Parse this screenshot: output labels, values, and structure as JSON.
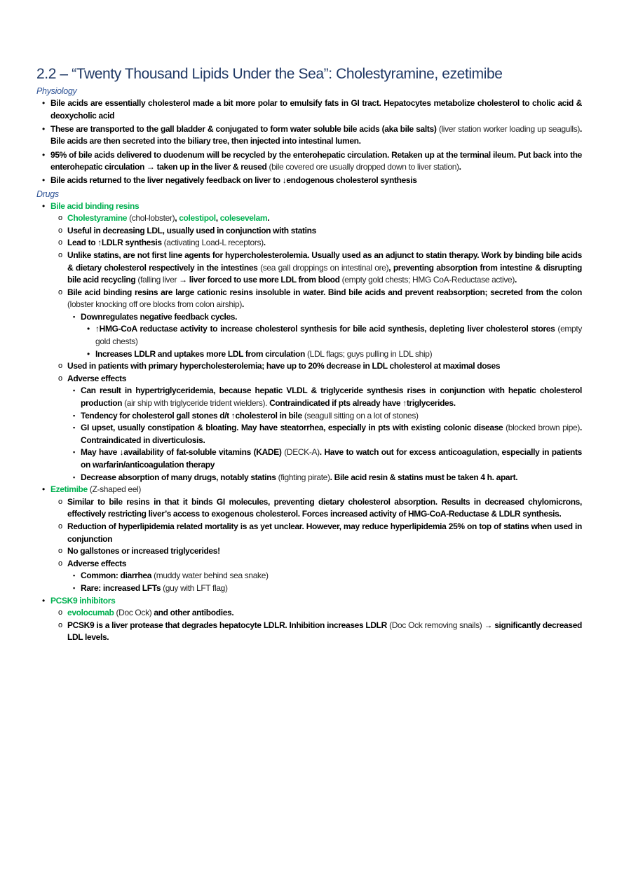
{
  "title": "2.2 – “Twenty Thousand Lipids Under the Sea”: Cholestyramine, ezetimibe",
  "colors": {
    "title": "#1f3864",
    "heading": "#2f5496",
    "drug_name": "#00b050"
  },
  "sections": [
    {
      "heading": "Physiology",
      "items": [
        {
          "level": 1,
          "segs": [
            {
              "s": "b",
              "t": "Bile acids are essentially cholesterol made a bit more polar to emulsify fats in GI tract. Hepatocytes metabolize cholesterol to cholic acid & deoxycholic acid"
            }
          ]
        },
        {
          "level": 1,
          "segs": [
            {
              "s": "b",
              "t": "These are transported to the gall bladder & conjugated to form water soluble bile acids (aka bile salts) "
            },
            {
              "s": "n",
              "t": "(liver station worker loading up seagulls)"
            },
            {
              "s": "b",
              "t": ". Bile acids are then secreted into the biliary tree, then injected into intestinal lumen."
            }
          ]
        },
        {
          "level": 1,
          "segs": [
            {
              "s": "b",
              "t": "95% of bile acids delivered to duodenum will be recycled by the enterohepatic circulation. Retaken up at the terminal ileum. Put back into the enterohepatic circulation → taken up in the liver & reused "
            },
            {
              "s": "n",
              "t": "(bile covered ore usually dropped down to liver station)"
            },
            {
              "s": "b",
              "t": "."
            }
          ]
        },
        {
          "level": 1,
          "segs": [
            {
              "s": "b",
              "t": "Bile acids returned to the liver negatively feedback on liver to ↓endogenous cholesterol synthesis"
            }
          ]
        }
      ]
    },
    {
      "heading": "Drugs",
      "items": [
        {
          "level": 1,
          "segs": [
            {
              "s": "g",
              "t": "Bile acid binding resins"
            }
          ]
        },
        {
          "level": 2,
          "segs": [
            {
              "s": "g",
              "t": "Cholestyramine"
            },
            {
              "s": "n",
              "t": " (chol-lobster)"
            },
            {
              "s": "b",
              "t": ", "
            },
            {
              "s": "g",
              "t": "colestipol"
            },
            {
              "s": "b",
              "t": ", "
            },
            {
              "s": "g",
              "t": "colesevelam"
            },
            {
              "s": "b",
              "t": "."
            }
          ]
        },
        {
          "level": 2,
          "segs": [
            {
              "s": "b",
              "t": "Useful in decreasing LDL, usually used in conjunction with statins"
            }
          ]
        },
        {
          "level": 2,
          "segs": [
            {
              "s": "b",
              "t": "Lead to ↑LDLR synthesis "
            },
            {
              "s": "n",
              "t": "(activating Load-L receptors)"
            },
            {
              "s": "b",
              "t": "."
            }
          ]
        },
        {
          "level": 2,
          "segs": [
            {
              "s": "b",
              "t": "Unlike statins, are not first line agents for hypercholesterolemia. Usually used as an adjunct to statin therapy. Work by binding bile acids & dietary cholesterol respectively in the intestines "
            },
            {
              "s": "n",
              "t": "(sea gall droppings on intestinal ore)"
            },
            {
              "s": "b",
              "t": ", preventing absorption from intestine & disrupting bile acid recycling "
            },
            {
              "s": "n",
              "t": "(falling liver "
            },
            {
              "s": "b",
              "t": "→ liver forced to use more LDL from blood "
            },
            {
              "s": "n",
              "t": "(empty gold chests; HMG CoA-Reductase active)"
            },
            {
              "s": "b",
              "t": "."
            }
          ]
        },
        {
          "level": 2,
          "segs": [
            {
              "s": "b",
              "t": "Bile acid binding resins are large cationic resins insoluble in water. Bind bile acids and prevent reabsorption; secreted from the colon "
            },
            {
              "s": "n",
              "t": "(lobster knocking off ore blocks from colon airship)"
            },
            {
              "s": "b",
              "t": "."
            }
          ]
        },
        {
          "level": 3,
          "segs": [
            {
              "s": "b",
              "t": "Downregulates negative feedback cycles."
            }
          ]
        },
        {
          "level": 4,
          "segs": [
            {
              "s": "b",
              "t": "↑HMG-CoA reductase activity to increase cholesterol synthesis for bile acid synthesis, depleting liver cholesterol stores "
            },
            {
              "s": "n",
              "t": "(empty gold chests)"
            }
          ]
        },
        {
          "level": 4,
          "segs": [
            {
              "s": "b",
              "t": "Increases LDLR and uptakes more LDL from circulation "
            },
            {
              "s": "n",
              "t": "(LDL flags; guys pulling in LDL ship)"
            }
          ]
        },
        {
          "level": 2,
          "segs": [
            {
              "s": "b",
              "t": "Used in patients with primary hypercholesterolemia; have up to 20% decrease in LDL cholesterol at maximal doses"
            }
          ]
        },
        {
          "level": 2,
          "segs": [
            {
              "s": "b",
              "t": "Adverse effects"
            }
          ]
        },
        {
          "level": 3,
          "segs": [
            {
              "s": "b",
              "t": "Can result in hypertriglyceridemia, because hepatic VLDL & triglyceride synthesis rises in conjunction with hepatic cholesterol production "
            },
            {
              "s": "n",
              "t": "(air ship with triglyceride trident wielders). "
            },
            {
              "s": "b",
              "t": "Contraindicated if pts already have ↑triglycerides."
            }
          ]
        },
        {
          "level": 3,
          "segs": [
            {
              "s": "b",
              "t": "Tendency for cholesterol gall stones d/t ↑cholesterol in bile "
            },
            {
              "s": "n",
              "t": "(seagull sitting on a lot of stones)"
            }
          ]
        },
        {
          "level": 3,
          "segs": [
            {
              "s": "b",
              "t": "GI upset, usually constipation & bloating. May have steatorrhea, especially in pts with existing colonic disease "
            },
            {
              "s": "n",
              "t": "(blocked brown pipe)"
            },
            {
              "s": "b",
              "t": ". Contraindicated in diverticulosis."
            }
          ]
        },
        {
          "level": 3,
          "segs": [
            {
              "s": "b",
              "t": "May have ↓availability of fat-soluble vitamins (KADE) "
            },
            {
              "s": "n",
              "t": "(DECK-A)"
            },
            {
              "s": "b",
              "t": ". Have to watch out for excess anticoagulation, especially in patients on warfarin/anticoagulation therapy"
            }
          ]
        },
        {
          "level": 3,
          "segs": [
            {
              "s": "b",
              "t": "Decrease absorption of many drugs, notably statins "
            },
            {
              "s": "n",
              "t": "(fighting pirate)"
            },
            {
              "s": "b",
              "t": ". Bile acid resin & statins must be taken 4 h. apart."
            }
          ]
        },
        {
          "level": 1,
          "segs": [
            {
              "s": "g",
              "t": "Ezetimibe"
            },
            {
              "s": "n",
              "t": " (Z-shaped eel)"
            }
          ]
        },
        {
          "level": 2,
          "segs": [
            {
              "s": "b",
              "t": "Similar to bile resins in that it binds GI molecules, preventing dietary cholesterol absorption. Results in decreased chylomicrons, effectively restricting liver’s access to exogenous cholesterol. Forces increased activity of HMG-CoA-Reductase & LDLR synthesis."
            }
          ]
        },
        {
          "level": 2,
          "segs": [
            {
              "s": "b",
              "t": "Reduction of hyperlipidemia related mortality is as yet unclear. However, may reduce hyperlipidemia 25% on top of statins when used in conjunction"
            }
          ]
        },
        {
          "level": 2,
          "segs": [
            {
              "s": "b",
              "t": "No gallstones or increased triglycerides!"
            }
          ]
        },
        {
          "level": 2,
          "segs": [
            {
              "s": "b",
              "t": "Adverse effects"
            }
          ]
        },
        {
          "level": 3,
          "segs": [
            {
              "s": "b",
              "t": "Common: diarrhea "
            },
            {
              "s": "n",
              "t": "(muddy water behind sea snake)"
            }
          ]
        },
        {
          "level": 3,
          "segs": [
            {
              "s": "b",
              "t": "Rare: increased LFTs "
            },
            {
              "s": "n",
              "t": "(guy with LFT flag)"
            }
          ]
        },
        {
          "level": 1,
          "segs": [
            {
              "s": "g",
              "t": "PCSK9 inhibitors"
            }
          ]
        },
        {
          "level": 2,
          "segs": [
            {
              "s": "g",
              "t": "evolocumab"
            },
            {
              "s": "n",
              "t": " (Doc Ock) "
            },
            {
              "s": "b",
              "t": "and other antibodies."
            }
          ]
        },
        {
          "level": 2,
          "segs": [
            {
              "s": "b",
              "t": "PCSK9 is a liver protease that degrades hepatocyte LDLR. Inhibition increases LDLR "
            },
            {
              "s": "n",
              "t": "(Doc Ock removing snails) "
            },
            {
              "s": "b",
              "t": "→ significantly decreased LDL levels."
            }
          ]
        }
      ]
    }
  ]
}
